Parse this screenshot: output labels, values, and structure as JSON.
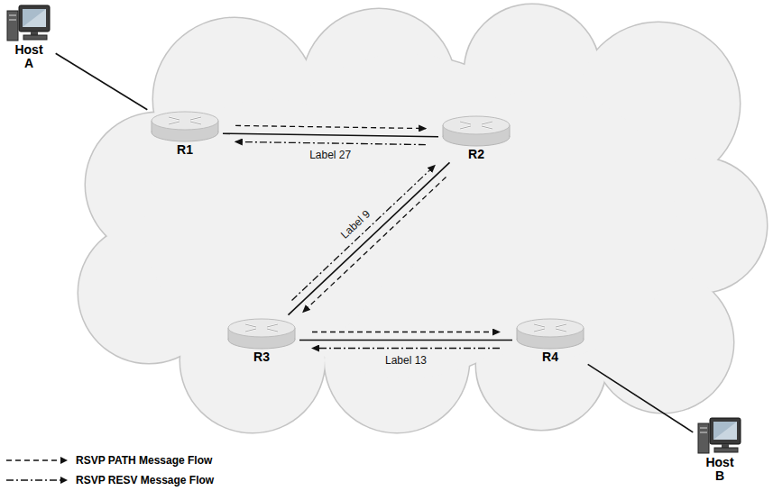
{
  "diagram": {
    "nodes": [
      {
        "text": [
          "Host A"
        ]
      },
      {
        "text": [
          "R1"
        ]
      },
      {
        "text": [
          "R2"
        ]
      },
      {
        "text": [
          "R3"
        ]
      },
      {
        "text": [
          "R4"
        ]
      },
      {
        "text": [
          "Host B"
        ]
      }
    ],
    "edges": [
      {
        "from": 0,
        "to": 1,
        "arrow": "none"
      },
      {
        "from": 1,
        "to": 2,
        "arrow": "none"
      },
      {
        "from": 2,
        "to": 3,
        "arrow": "none"
      },
      {
        "from": 3,
        "to": 4,
        "arrow": "none"
      },
      {
        "from": 4,
        "to": 5,
        "arrow": "none"
      },
      {
        "from": 1,
        "to": 2,
        "arrow": "to"
      },
      {
        "from": 2,
        "to": 1,
        "arrow": "to",
        "label": "Label 27"
      },
      {
        "from": 2,
        "to": 3,
        "arrow": "to"
      },
      {
        "from": 3,
        "to": 2,
        "arrow": "to",
        "label": "Label 9"
      },
      {
        "from": 3,
        "to": 4,
        "arrow": "to"
      },
      {
        "from": 4,
        "to": 3,
        "arrow": "to",
        "label": "Label 13"
      }
    ],
    "legend": [
      {
        "text": "RSVP PATH Message Flow"
      },
      {
        "text": "RSVP RESV Message Flow"
      }
    ]
  }
}
